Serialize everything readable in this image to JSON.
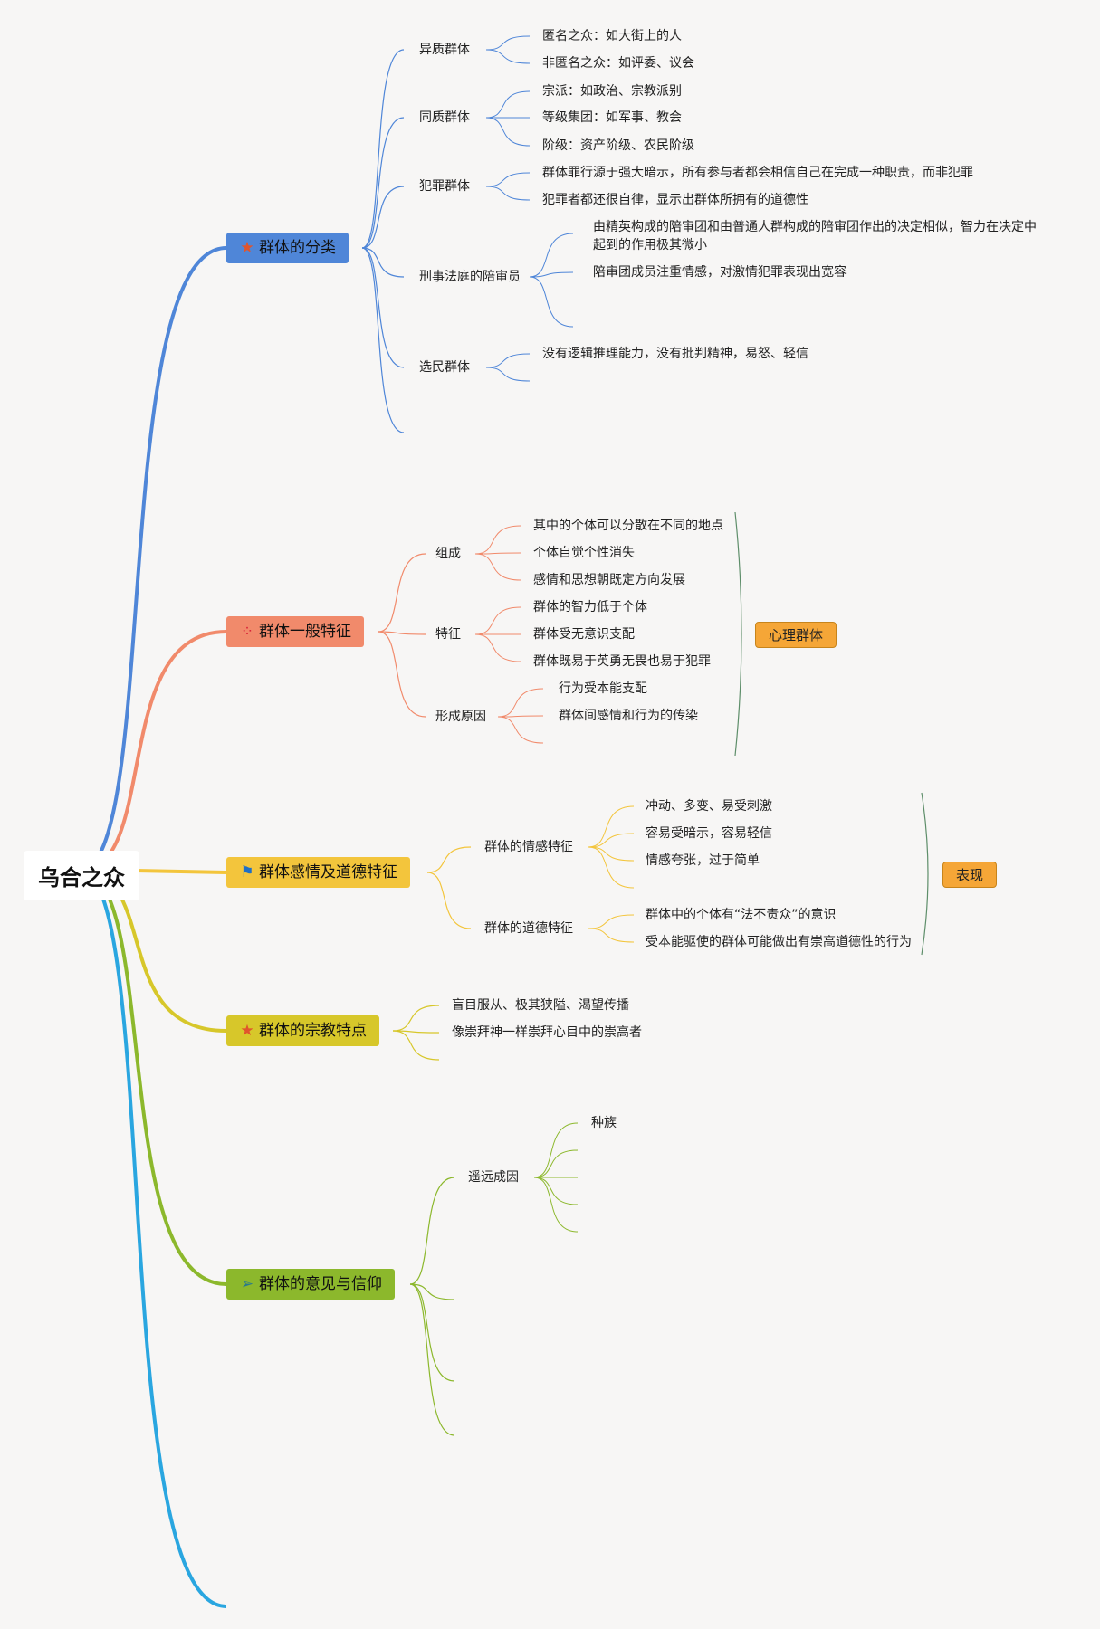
{
  "root": "乌合之众",
  "colors": {
    "branch1": "#4f86d8",
    "branch2": "#f18a6b",
    "branch3": "#f3c53c",
    "branch4": "#d7c72a",
    "branch5": "#8cb82c",
    "branch6": "#2aa6e0",
    "summary_line": "#5e8e6a",
    "tag_fill": "#f5a637"
  },
  "branches": [
    {
      "label": "群体的分类",
      "icon": "star-icon",
      "children": [
        {
          "label": "异质群体",
          "children": [
            "匿名之众：如大街上的人",
            "非匿名之众：如评委、议会"
          ]
        },
        {
          "label": "同质群体",
          "children": [
            "宗派：如政治、宗教派别",
            "等级集团：如军事、教会",
            "阶级：资产阶级、农民阶级"
          ]
        },
        {
          "label": "犯罪群体",
          "children": [
            "群体罪行源于强大暗示，所有参与者都会相信自己在完成一种职责，而非犯罪",
            "犯罪者都还很自律，显示出群体所拥有的道德性"
          ]
        },
        {
          "label": "刑事法庭的陪审员",
          "children": [
            "由精英构成的陪审团和由普通人群构成的陪审团作出的决定相似，智力在决定中",
            "起到的作用极其微小",
            "陪审团成员注重情感，对激情犯罪表现出宽容"
          ]
        },
        {
          "label": "选民群体",
          "children": [
            "没有逻辑推理能力，没有批判精神，易怒、轻信"
          ]
        }
      ]
    },
    {
      "label": "群体一般特征",
      "icon": "fireworks-icon",
      "summary": "心理群体",
      "children": [
        {
          "label": "组成",
          "children": [
            "其中的个体可以分散在不同的地点",
            "个体自觉个性消失",
            "感情和思想朝既定方向发展"
          ]
        },
        {
          "label": "特征",
          "children": [
            "群体的智力低于个体",
            "群体受无意识支配",
            "群体既易于英勇无畏也易于犯罪"
          ]
        },
        {
          "label": "形成原因",
          "children": [
            "行为受本能支配",
            "群体间感情和行为的传染"
          ]
        }
      ]
    },
    {
      "label": "群体感情及道德特征",
      "icon": "flag-icon",
      "summary": "表现",
      "children": [
        {
          "label": "群体的情感特征",
          "children": [
            "冲动、多变、易受刺激",
            "容易受暗示，容易轻信",
            "情感夸张，过于简单"
          ]
        },
        {
          "label": "群体的道德特征",
          "children": [
            "群体中的个体有“法不责众”的意识",
            "受本能驱使的群体可能做出有崇高道德性的行为"
          ]
        }
      ]
    },
    {
      "label": "群体的宗教特点",
      "icon": "star-icon",
      "children": [
        "盲目服从、极其狭隘、渴望传播",
        "像崇拜神一样崇拜心目中的崇高者"
      ]
    },
    {
      "label": "群体的意见与信仰",
      "icon": "paper-plane-icon",
      "children": [
        {
          "label": "遥远成因",
          "children": [
            "种族"
          ]
        }
      ]
    }
  ]
}
